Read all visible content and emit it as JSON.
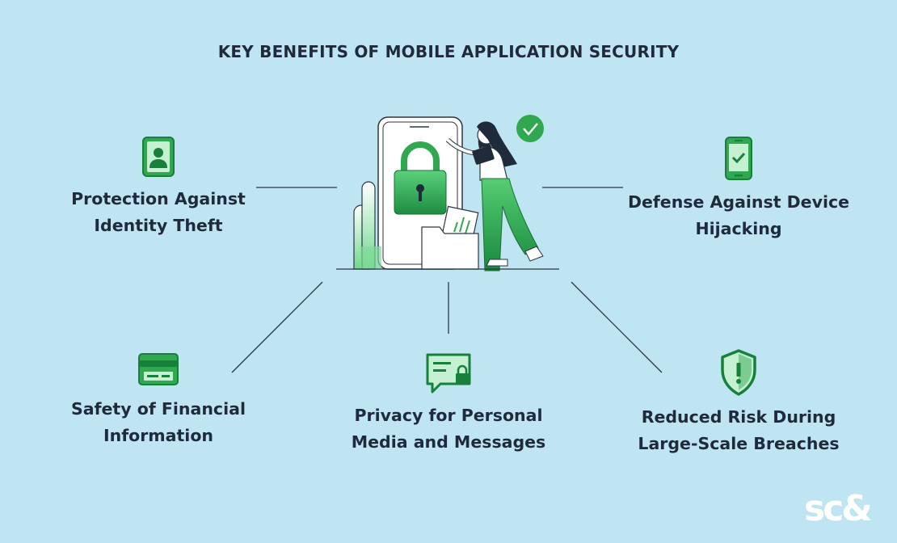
{
  "title": "KEY BENEFITS OF MOBILE APPLICATION SECURITY",
  "colors": {
    "background": "#bfe5f3",
    "accent_green": "#2fa84f",
    "dark_green": "#17803a",
    "text": "#1f2a3a"
  },
  "benefits": [
    {
      "line1": "Protection Against",
      "line2": "Identity Theft",
      "icon": "id-card-icon"
    },
    {
      "line1": "Defense Against Device",
      "line2": "Hijacking",
      "icon": "phone-check-icon"
    },
    {
      "line1": "Safety of Financial",
      "line2": "Information",
      "icon": "credit-card-icon"
    },
    {
      "line1": "Privacy for Personal",
      "line2": "Media and Messages",
      "icon": "message-lock-icon"
    },
    {
      "line1": "Reduced Risk During",
      "line2": "Large-Scale Breaches",
      "icon": "shield-alert-icon"
    }
  ],
  "logo": {
    "text": "sc&"
  }
}
